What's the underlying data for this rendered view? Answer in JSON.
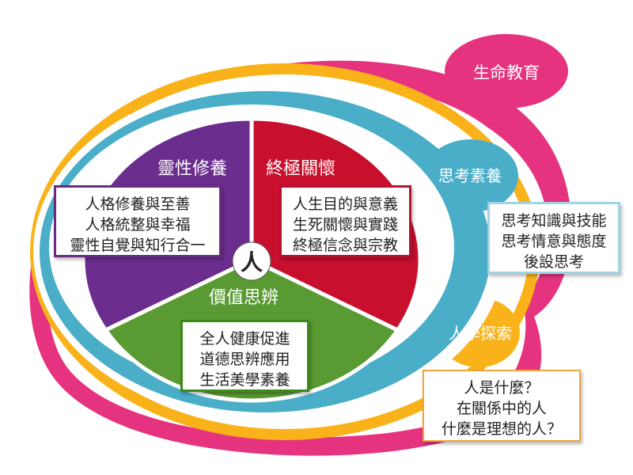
{
  "center": {
    "label": "人"
  },
  "sectors": [
    {
      "title": "靈性修養",
      "color": "#6b2d8e",
      "lines": [
        "人格修養與至善",
        "人格統整與幸福",
        "靈性自覺與知行合一"
      ]
    },
    {
      "title": "終極關懷",
      "color": "#c8102e",
      "lines": [
        "人生目的與意義",
        "生死關懷與實踐",
        "終極信念與宗教"
      ]
    },
    {
      "title": "價值思辨",
      "color": "#5a9a32",
      "lines": [
        "全人健康促進",
        "道德思辨應用",
        "生活美學素養"
      ]
    }
  ],
  "rings": [
    {
      "title": "生命教育",
      "color": "#e6337f"
    },
    {
      "title": "思考素養",
      "color": "#4aaec8",
      "lines": [
        "思考知識與技能",
        "思考情意與態度",
        "後設思考"
      ]
    },
    {
      "title": "人學探索",
      "color": "#f9b21a",
      "lines": [
        "人是什麼？",
        "在關係中的人",
        "什麼是理想的人？"
      ]
    }
  ]
}
